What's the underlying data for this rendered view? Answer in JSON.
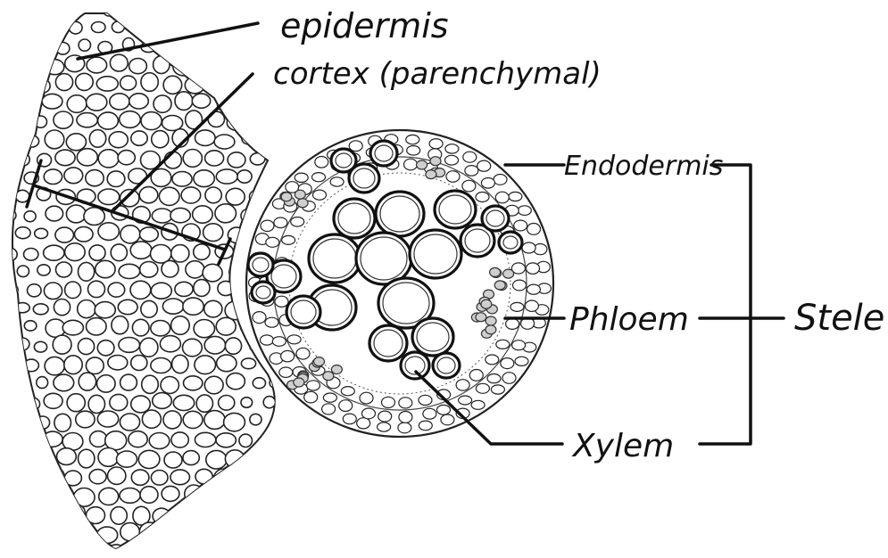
{
  "labels": {
    "epidermis": "epidermis",
    "cortex": "cortex (parenchymal)",
    "endodermis": "Endodermis",
    "phloem": "Phloem",
    "xylem": "Xylem",
    "stele": "Stele"
  },
  "colors": {
    "ink": "#111111",
    "background": "#ffffff",
    "phloem_shading": "#cfcfcf"
  }
}
